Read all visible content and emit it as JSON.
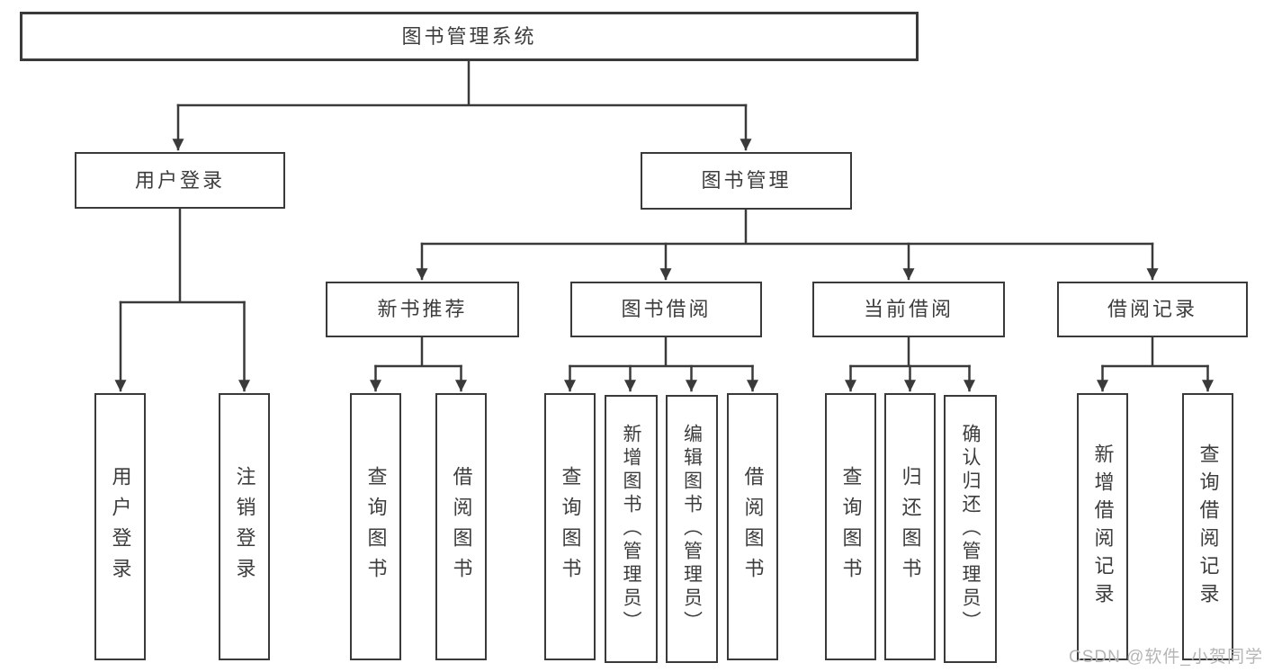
{
  "nodes": {
    "root": "图书管理系统",
    "user_login": "用户登录",
    "book_management": "图书管理",
    "new_book_recommend": "新书推荐",
    "book_borrow": "图书借阅",
    "current_borrow": "当前借阅",
    "borrow_records": "借阅记录",
    "leaf_user_login": "用户登录",
    "leaf_logout": "注销登录",
    "leaf_query_book_1": "查询图书",
    "leaf_borrow_book_1": "借阅图书",
    "leaf_query_book_2": "查询图书",
    "leaf_add_book_admin": "新增图书（管理员）",
    "leaf_edit_book_admin": "编辑图书（管理员）",
    "leaf_borrow_book_2": "借阅图书",
    "leaf_query_book_3": "查询图书",
    "leaf_return_book": "归还图书",
    "leaf_confirm_return_admin": "确认归还（管理员）",
    "leaf_add_borrow_record": "新增借阅记录",
    "leaf_query_borrow_record": "查询借阅记录"
  },
  "watermark": {
    "text": "CSDN @软件_小贺同学"
  },
  "colors": {
    "line": "#3a3a3a",
    "text": "#3d3d3d",
    "watermark": "#b5b5b5",
    "background": "#ffffff"
  }
}
